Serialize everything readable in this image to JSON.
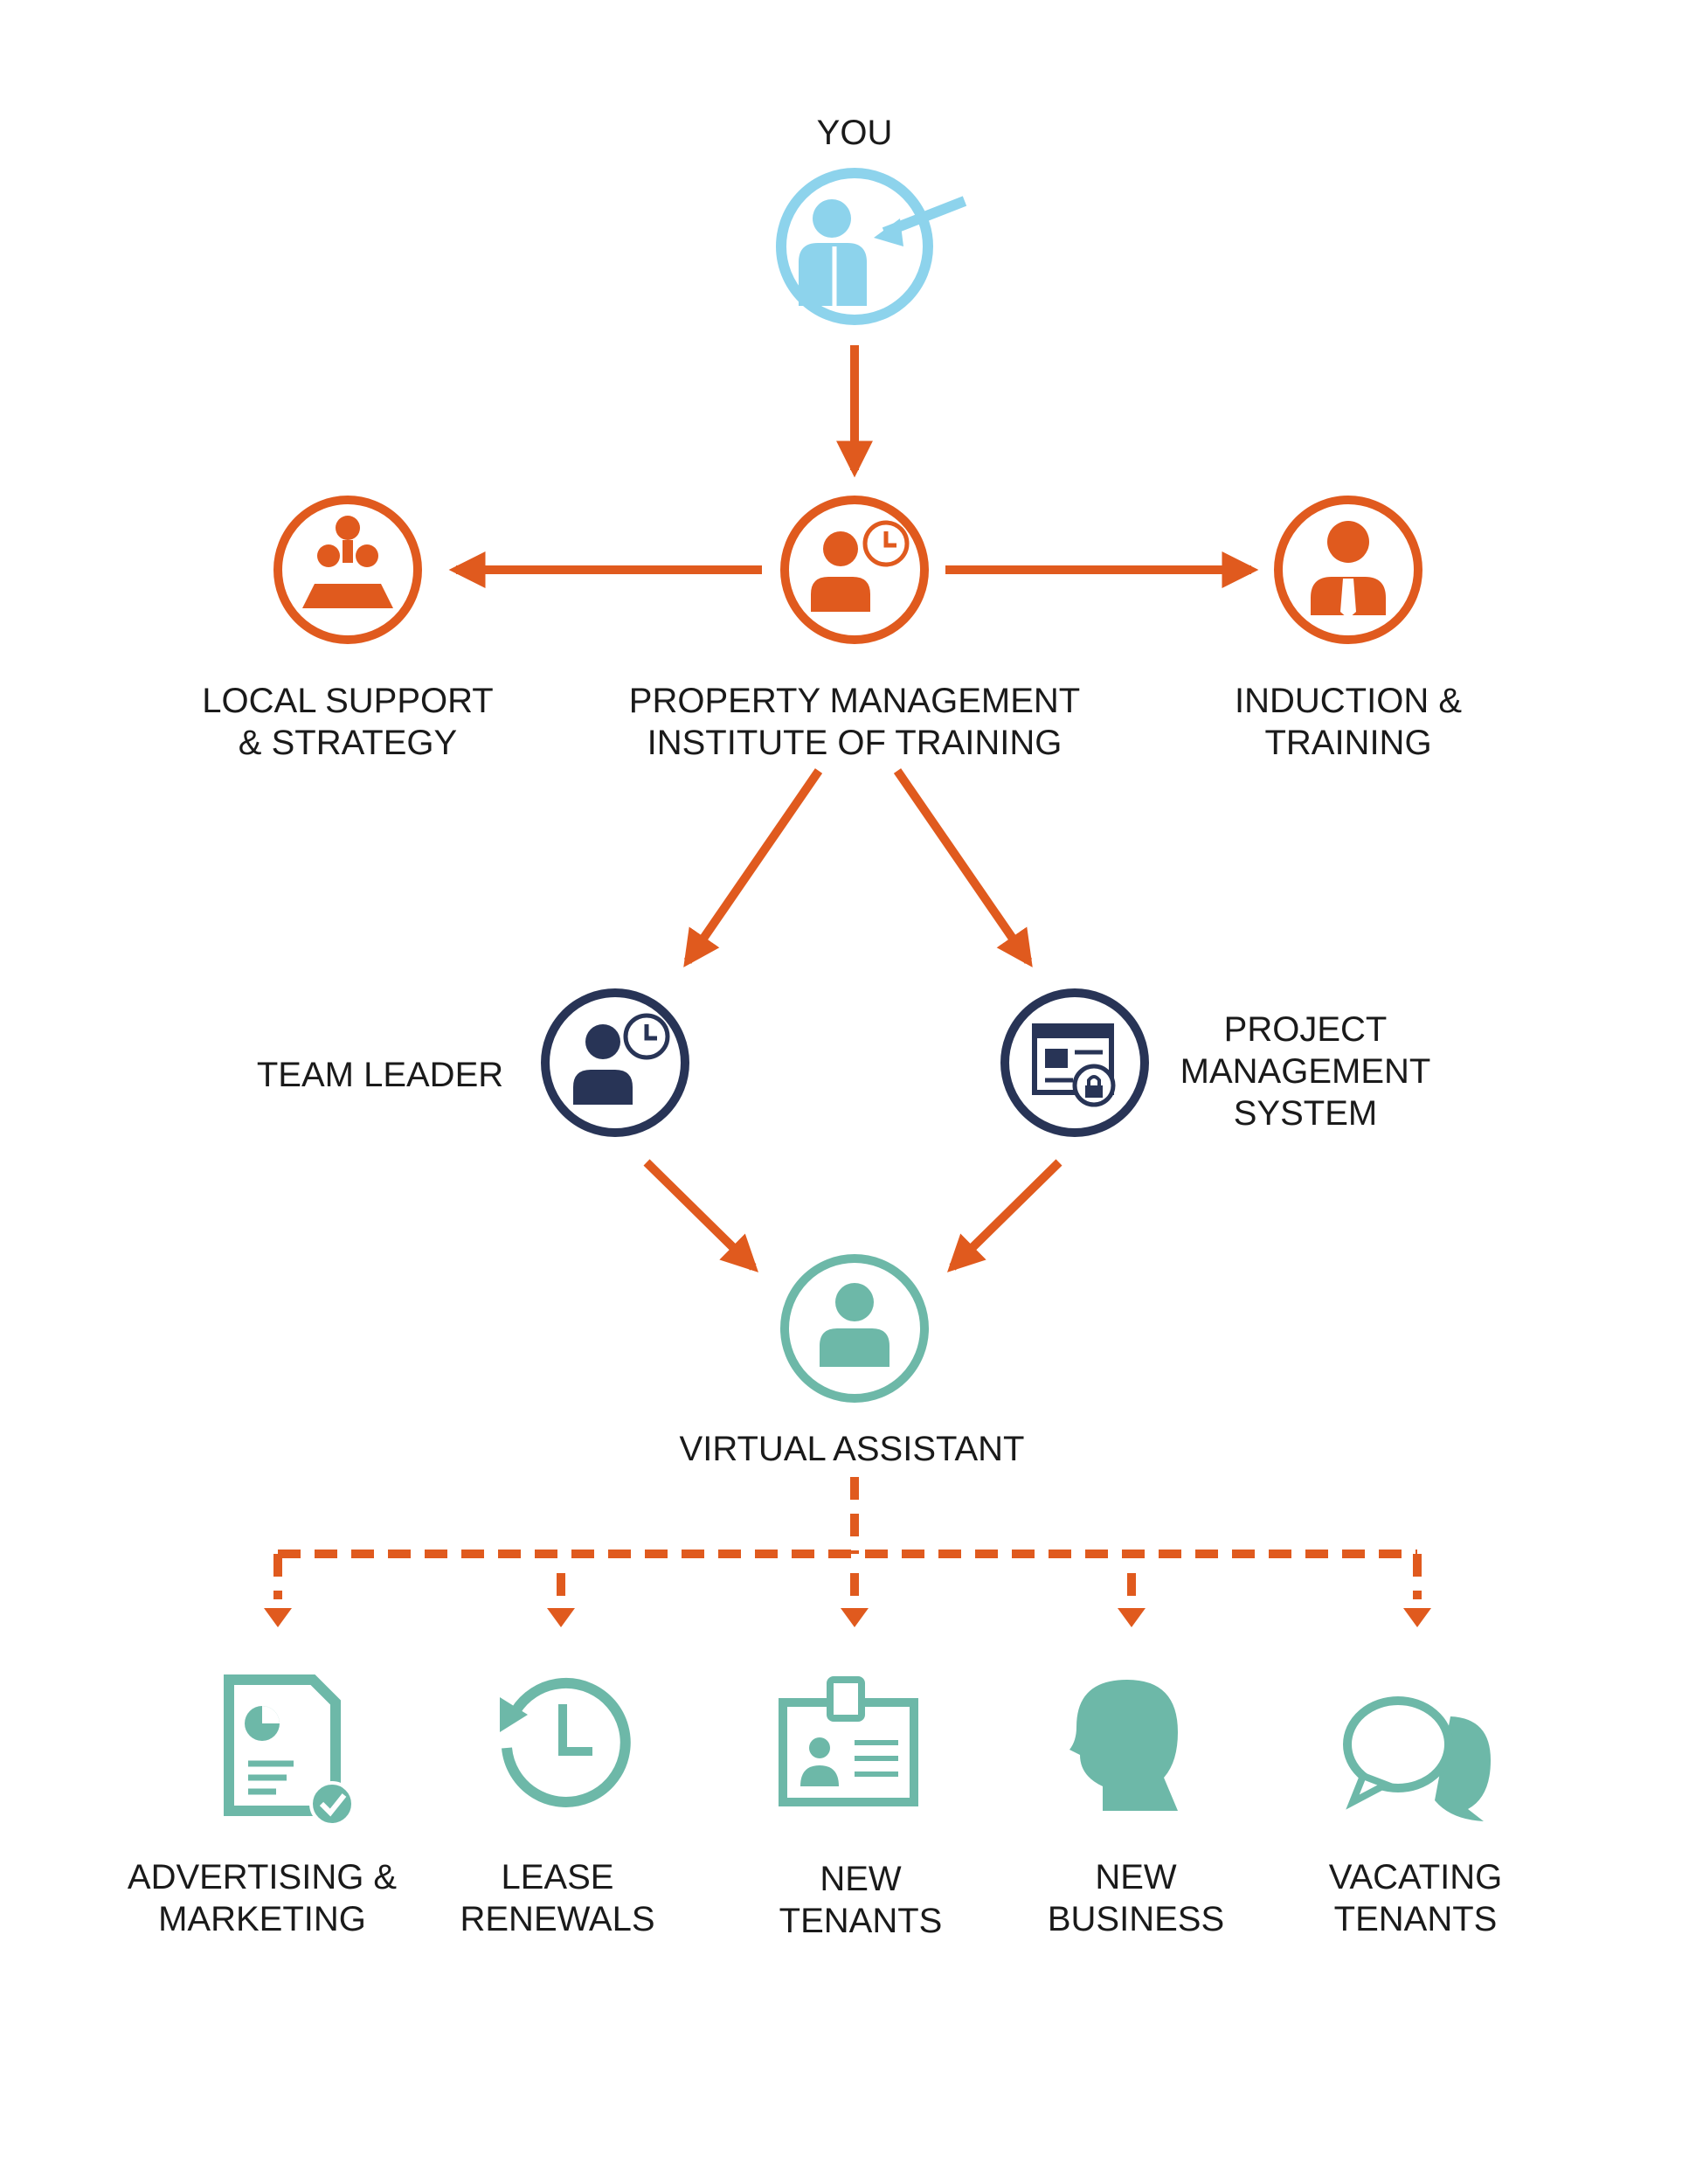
{
  "colors": {
    "orange": "#E05A1E",
    "light_blue": "#8DD3EC",
    "navy": "#283456",
    "teal": "#6DB8A8",
    "text": "#1a1a1a"
  },
  "nodes": {
    "you": {
      "lines": [
        "YOU"
      ],
      "icon": "presenter-icon"
    },
    "pmit": {
      "lines": [
        "PROPERTY MANAGEMENT",
        "INSTITUTE OF TRAINING"
      ],
      "icon": "person-clock-icon"
    },
    "local_support": {
      "lines": [
        "LOCAL SUPPORT",
        "& STRATEGY"
      ],
      "icon": "meeting-table-icon"
    },
    "induction": {
      "lines": [
        "INDUCTION &",
        "TRAINING"
      ],
      "icon": "businessman-icon"
    },
    "team_leader": {
      "lines": [
        "TEAM LEADER"
      ],
      "icon": "person-clock-icon"
    },
    "pms": {
      "lines": [
        "PROJECT",
        "MANAGEMENT",
        "SYSTEM"
      ],
      "icon": "secure-window-icon"
    },
    "va": {
      "lines": [
        "VIRTUAL ASSISTANT"
      ],
      "icon": "user-icon"
    },
    "advertising": {
      "lines": [
        "ADVERTISING &",
        "MARKETING"
      ],
      "icon": "report-check-icon"
    },
    "lease": {
      "lines": [
        "LEASE",
        "RENEWALS"
      ],
      "icon": "history-clock-icon"
    },
    "new_tenants": {
      "lines": [
        "NEW",
        "TENANTS"
      ],
      "icon": "id-badge-icon"
    },
    "new_business": {
      "lines": [
        "NEW",
        "BUSINESS"
      ],
      "icon": "head-profile-icon"
    },
    "vacating": {
      "lines": [
        "VACATING",
        "TENANTS"
      ],
      "icon": "chat-bubbles-icon"
    }
  },
  "edges": [
    {
      "from": "you",
      "to": "pmit",
      "style": "solid"
    },
    {
      "from": "pmit",
      "to": "local_support",
      "style": "solid"
    },
    {
      "from": "pmit",
      "to": "induction",
      "style": "solid"
    },
    {
      "from": "pmit",
      "to": "team_leader",
      "style": "solid"
    },
    {
      "from": "pmit",
      "to": "pms",
      "style": "solid"
    },
    {
      "from": "team_leader",
      "to": "va",
      "style": "solid"
    },
    {
      "from": "pms",
      "to": "va",
      "style": "solid"
    },
    {
      "from": "va",
      "to": "advertising",
      "style": "dashed"
    },
    {
      "from": "va",
      "to": "lease",
      "style": "dashed"
    },
    {
      "from": "va",
      "to": "new_tenants",
      "style": "dashed"
    },
    {
      "from": "va",
      "to": "new_business",
      "style": "dashed"
    },
    {
      "from": "va",
      "to": "vacating",
      "style": "dashed"
    }
  ]
}
